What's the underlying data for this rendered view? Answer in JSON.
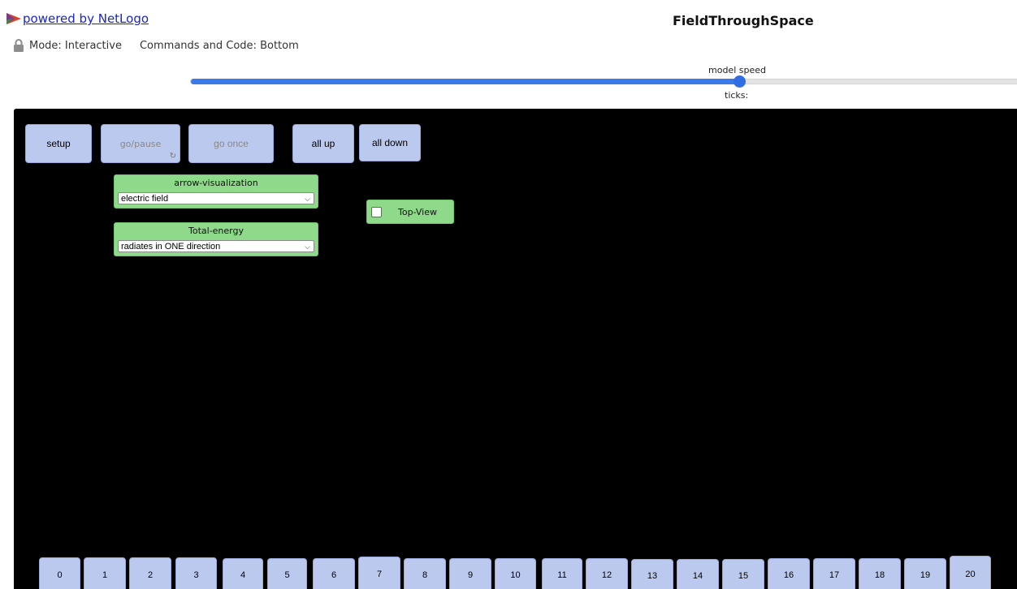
{
  "header": {
    "powered_by": "powered by NetLogo",
    "title": "FieldThroughSpace",
    "mode": "Mode: Interactive",
    "commands_code": "Commands and Code: Bottom"
  },
  "speed": {
    "label": "model speed",
    "ticks_label": "ticks:",
    "value": 0.655
  },
  "buttons": {
    "setup": "setup",
    "go_pause": "go/pause",
    "go_once": "go once",
    "all_up": "all up",
    "all_down": "all down"
  },
  "choosers": {
    "arrow_visualization": {
      "label": "arrow-visualization",
      "value": "electric field"
    },
    "total_energy": {
      "label": "Total-energy",
      "value": "radiates in ONE direction"
    }
  },
  "switch": {
    "label": "Top-View",
    "checked": false
  },
  "number_buttons": [
    "0",
    "1",
    "2",
    "3",
    "4",
    "5",
    "6",
    "7",
    "8",
    "9",
    "10",
    "11",
    "12",
    "13",
    "14",
    "15",
    "16",
    "17",
    "18",
    "19",
    "20"
  ],
  "colors": {
    "button": "#bcc9ee",
    "widget_green": "#8fd98a",
    "slider_blue": "#3a7ae9",
    "world": "#000000"
  }
}
